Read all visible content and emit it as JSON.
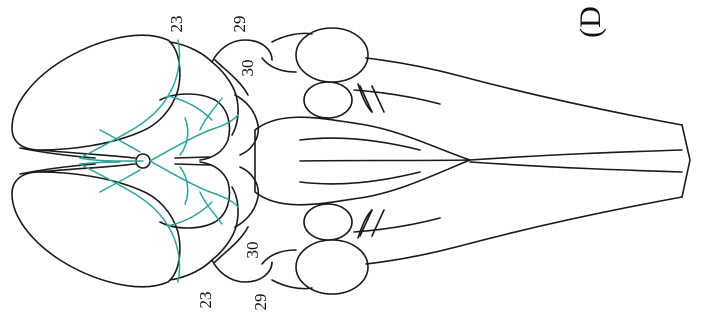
{
  "panel_label": "(D",
  "labels": {
    "top_23": "23",
    "top_29": "29",
    "top_30": "30",
    "bottom_23": "23",
    "bottom_29": "29",
    "bottom_30": "30"
  },
  "colors": {
    "ink": "#1a1a1a",
    "vessel": "#2fa39b",
    "background": "#ffffff"
  }
}
